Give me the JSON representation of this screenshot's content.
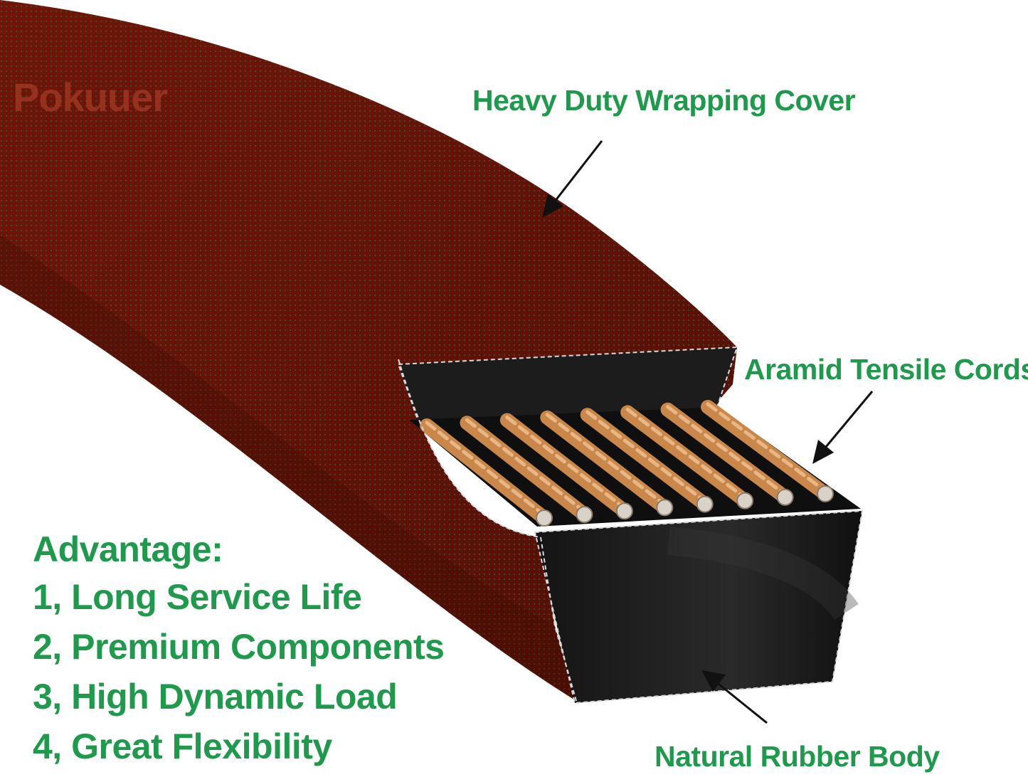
{
  "brand": "Pokuuer",
  "labels": {
    "cover": "Heavy Duty Wrapping Cover",
    "cords": "Aramid Tensile Cords",
    "rubber": "Natural Rubber Body"
  },
  "advantages": {
    "title": "Advantage:",
    "items": [
      "1, Long Service Life",
      "2, Premium Components",
      "3, High Dynamic Load",
      "4, Great Flexibility"
    ]
  },
  "colors": {
    "label_green": "#1f9a4c",
    "belt_cover": "#6b1608",
    "rubber_black": "#1a1a1a",
    "cord_copper": "#c9874a",
    "brand": "#a33a24"
  },
  "cord_count": 8
}
